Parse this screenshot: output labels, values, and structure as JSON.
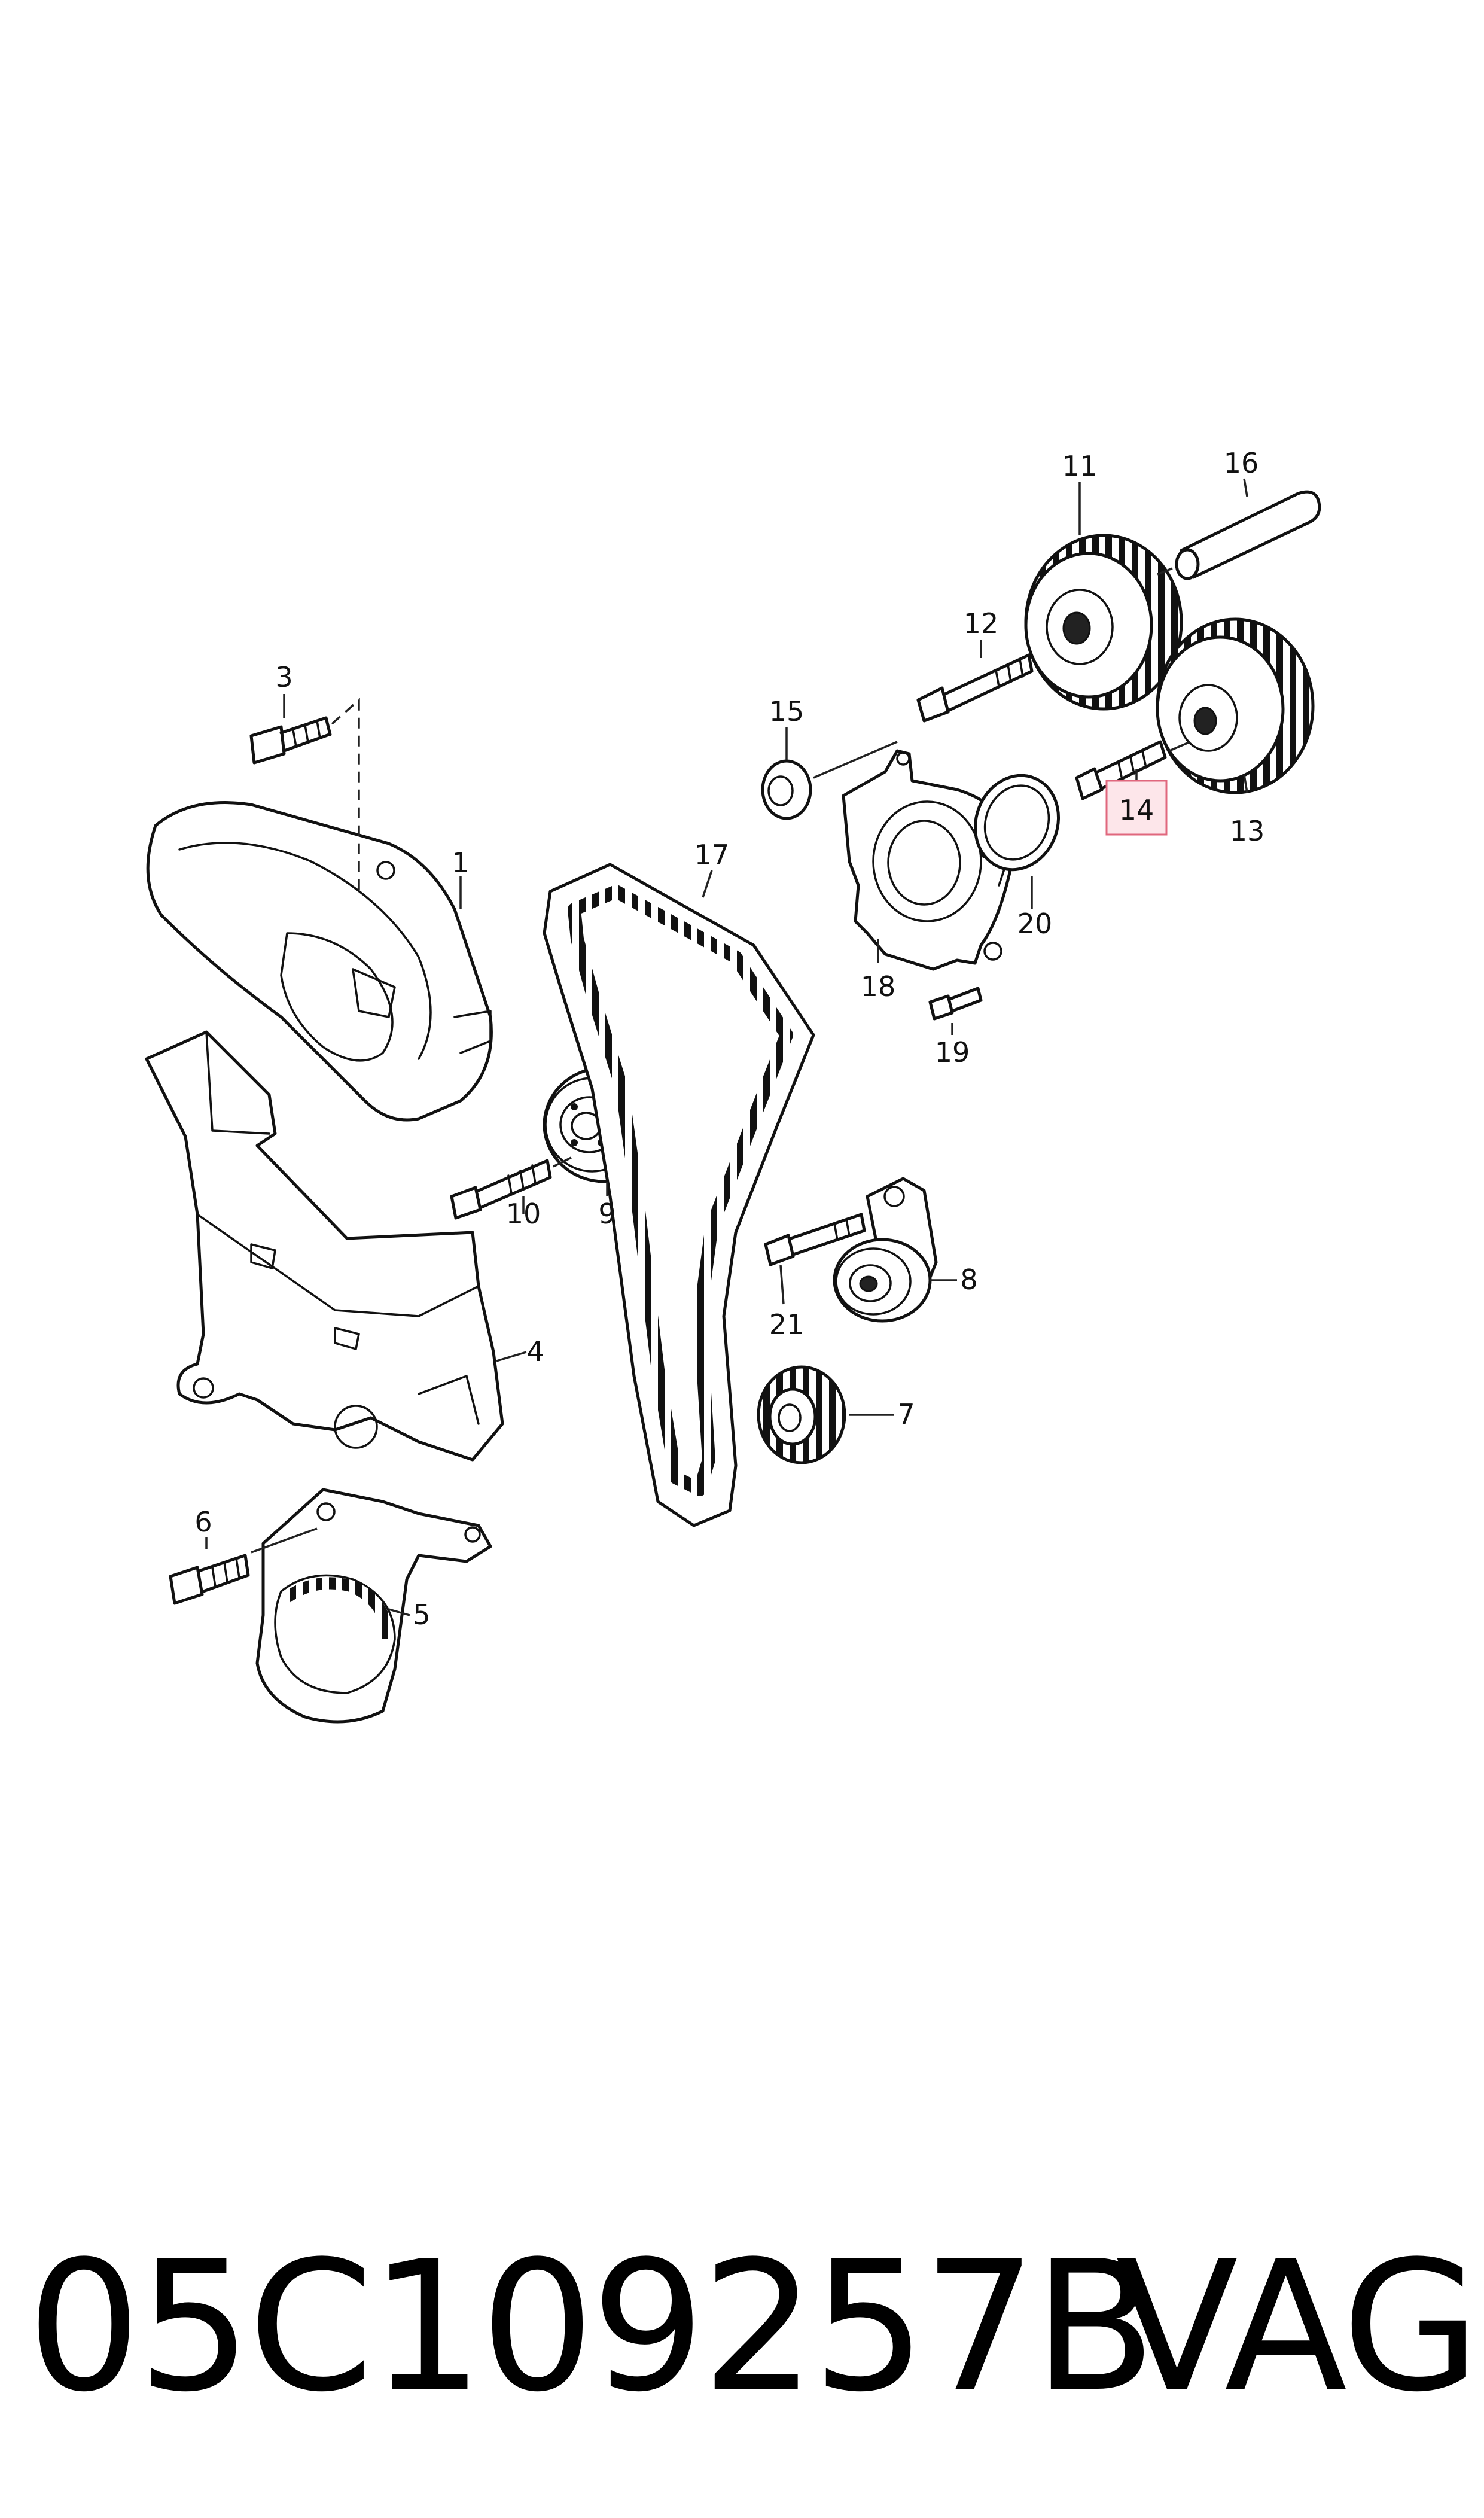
{
  "diagram": {
    "callouts": [
      "1",
      "3",
      "4",
      "5",
      "6",
      "7",
      "8",
      "9",
      "10",
      "11",
      "12",
      "13",
      "14",
      "15",
      "16",
      "17",
      "18",
      "19",
      "20",
      "21"
    ],
    "highlighted_callout": "14",
    "colors": {
      "highlight_fill": "#fde6ea",
      "highlight_stroke": "#e0677d",
      "line": "#111111"
    }
  },
  "footer": {
    "part_number": "05C109257B",
    "brand": "VAG"
  }
}
